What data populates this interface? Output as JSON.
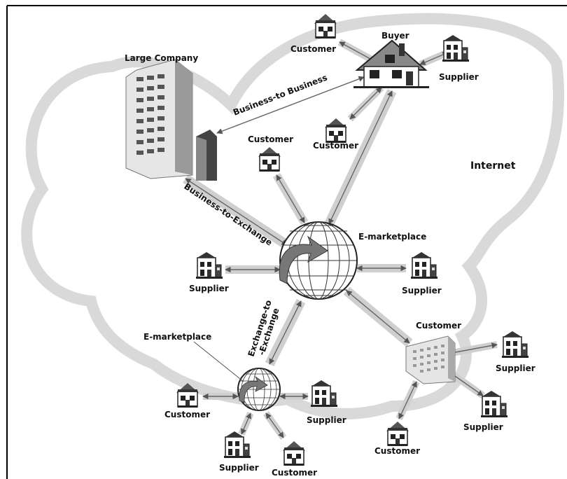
{
  "labels": {
    "internet": "Internet",
    "large_company": "Large Company",
    "buyer": "Buyer",
    "emarketplace_main": "E-marketplace",
    "emarketplace_small": "E-marketplace",
    "b2b": "Business-to Business",
    "b2e": "Business-to-Exchange",
    "e2e_line1": "Exchange-to",
    "e2e_line2": "-Exchange",
    "customer_top": "Customer",
    "supplier_buyer": "Supplier",
    "customer_below_buyer": "Customer",
    "customer_mid": "Customer",
    "supplier_left": "Supplier",
    "supplier_right": "Supplier",
    "customer_factory": "Customer",
    "supplier_factory_1": "Supplier",
    "supplier_factory_2": "Supplier",
    "customer_factory_bottom": "Customer",
    "customer_small_left": "Customer",
    "supplier_small_right": "Supplier",
    "supplier_small_bottom": "Supplier",
    "customer_small_bottom": "Customer"
  },
  "colors": {
    "cloud": "#d9d9d9",
    "link": "#cfcfcf",
    "dark": "#333333"
  }
}
